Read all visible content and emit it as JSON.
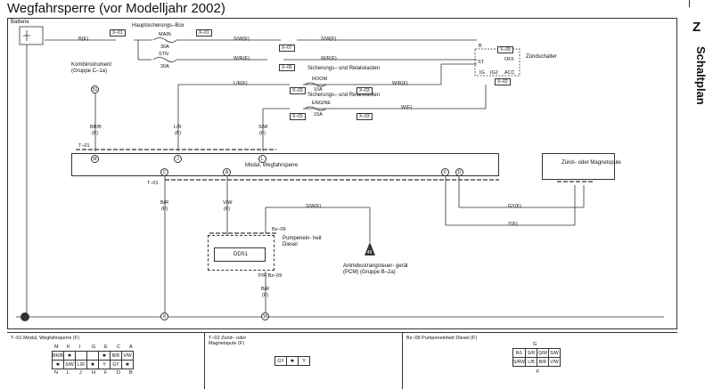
{
  "title": "Wegfahrsperre (vor Modelljahr 2002)",
  "side_letter": "Z",
  "side_text": "Schaltplan",
  "components": {
    "battery": "Batterie",
    "fuse_box": "Hauptsicherungs–Box",
    "main_fuse_name": "MAIN",
    "main_fuse_amp": "30A",
    "stn_fuse_name": "STN",
    "stn_fuse_amp": "30A",
    "instrument": "Kombiinstrument",
    "instrument_group": "(Gruppe C–1a)",
    "relay_box_1": "Sicherungs– und Relaiskasten",
    "room_fuse_name": "ROOM",
    "room_fuse_amp": "10A",
    "relay_box_2": "Sicherungs– und Relaiskasten",
    "engine_fuse_name": "ENGINE",
    "engine_fuse_amp": "15A",
    "ignition_switch": "Zündschalter",
    "ign_pos_b": "B",
    "ign_pos_st": "ST",
    "ign_pos_off": "OFF",
    "ign_pos_ig": "IG",
    "ign_pos_acc": "ACC",
    "ign_pos_ig2": "IG2",
    "immobilizer_module": "Modul, Wegfahrsperre",
    "ignition_coil": "Zünd– oder Magnetspule",
    "pump_unit": "Pumpenein- heit Diesel",
    "pump_inner": "DDS1",
    "pcm": "Antriebsstrangsteuer- gerät (PCM) (Gruppe B–2a)"
  },
  "connector_refs": {
    "x01": "X–01",
    "x02a": "X–01",
    "x07": "X–07",
    "x06": "X–06",
    "x03a": "X–03",
    "x03b": "X–03",
    "x03c": "X–03",
    "x03d": "X–03",
    "x09": "X–09",
    "x02": "X–02",
    "t01": "T–01",
    "t01b": "T–01",
    "t02": "T–02",
    "bz09": "Bz–09",
    "bz09b": "Bz–09"
  },
  "wires": {
    "b_e": "B(E)",
    "sw_e": "S/W(E)",
    "sw_f": "S/W(F)",
    "wr_e": "W/R(E)",
    "wr_f": "W/R(F)",
    "wr_f2": "W/R(F)",
    "lr_f": "L/R(F)",
    "w_f": "W(F)",
    "brb": "BR/B",
    "brb_f": "(F)",
    "lr": "L/R",
    "lr_fb": "(F)",
    "sw": "S/W",
    "sw_fb": "(F)",
    "br": "B/R",
    "br_fb": "(F)",
    "vw": "V/W",
    "vw_fb": "(F)",
    "sw_f2": "S/W(F)",
    "gy_f": "GY(F)",
    "y_f": "Y(F)",
    "pr_bz": "P/R Bz–09",
    "br2": "B/R",
    "br2_f": "(F)"
  },
  "pins": {
    "m": "M",
    "j": "J",
    "l": "L",
    "c": "C",
    "a": "A",
    "f": "F",
    "d": "D",
    "s1": "51",
    "g49": "49",
    "g8": "8",
    "g16": "16"
  },
  "connectors_panel": {
    "t01_title": "T–01 Modul, Wegfahrsperre (F)",
    "t01_top_letters": [
      "M",
      "K",
      "I",
      "G",
      "E",
      "C",
      "A"
    ],
    "t01_row1": [
      "BR/B",
      "✱",
      "",
      "",
      "✱",
      "B/R",
      "V/W"
    ],
    "t01_row2": [
      "✱",
      "S/W",
      "L/R",
      "✱",
      "Y",
      "GY",
      "✱"
    ],
    "t01_bottom_letters": [
      "N",
      "L",
      "J",
      "H",
      "F",
      "D",
      "B"
    ],
    "t02_title": "T–02 Zünd– oder Magnetspule (F)",
    "t02_cells": [
      "GY",
      "✱",
      "Y"
    ],
    "bz09_title": "Bz–09 Pumpeneinheit Diesel (F)",
    "bz09_top_letter": "G",
    "bz09_row1": [
      "R/L",
      "S/R",
      "Q/W",
      "S/W"
    ],
    "bz09_row2": [
      "S/RW",
      "L/B",
      "B/R",
      "V/W"
    ],
    "bz09_bottom_letter": "F"
  }
}
